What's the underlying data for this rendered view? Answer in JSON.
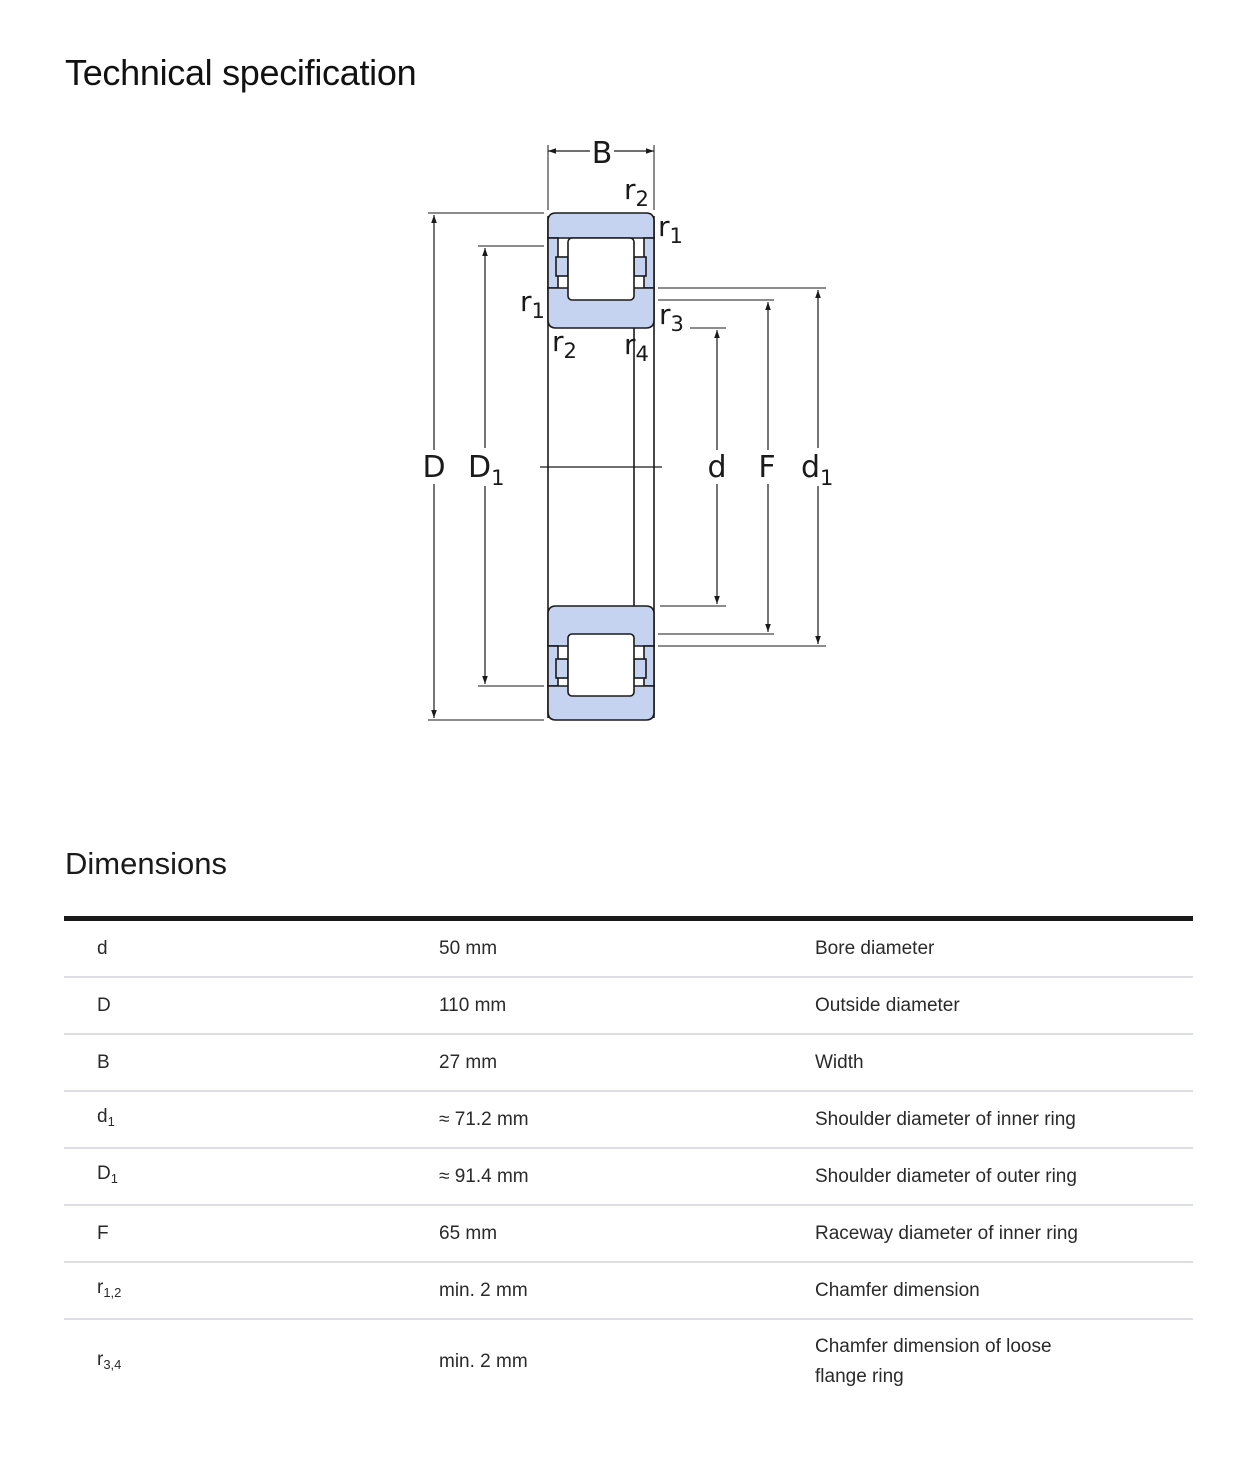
{
  "page": {
    "title": "Technical specification"
  },
  "diagram": {
    "fill_color": "#c5d2f0",
    "stroke_color": "#1a1a1a",
    "labels": {
      "B": "B",
      "D": "D",
      "D1_main": "D",
      "D1_sub": "1",
      "d": "d",
      "F": "F",
      "d1_main": "d",
      "d1_sub": "1",
      "r_top_main": "r",
      "r_top_sub": "2",
      "r_topright_main": "r",
      "r_topright_sub": "1",
      "r_left_main": "r",
      "r_left_sub": "1",
      "r_inner_main": "r",
      "r_inner_sub": "3",
      "r_bl_main": "r",
      "r_bl_sub": "2",
      "r_br_main": "r",
      "r_br_sub": "4"
    }
  },
  "dimensions": {
    "title": "Dimensions",
    "rows": [
      {
        "symbol": "d",
        "sub": "",
        "value": "50 mm",
        "description": "Bore diameter"
      },
      {
        "symbol": "D",
        "sub": "",
        "value": "110 mm",
        "description": "Outside diameter"
      },
      {
        "symbol": "B",
        "sub": "",
        "value": "27 mm",
        "description": "Width"
      },
      {
        "symbol": "d",
        "sub": "1",
        "value": "≈ 71.2 mm",
        "description": "Shoulder diameter of inner ring"
      },
      {
        "symbol": "D",
        "sub": "1",
        "value": "≈ 91.4 mm",
        "description": "Shoulder diameter of outer ring"
      },
      {
        "symbol": "F",
        "sub": "",
        "value": "65 mm",
        "description": "Raceway diameter of inner ring"
      },
      {
        "symbol": "r",
        "sub": "1,2",
        "value": "min. 2 mm",
        "description": "Chamfer dimension"
      },
      {
        "symbol": "r",
        "sub": "3,4",
        "value": "min. 2 mm",
        "description": "Chamfer dimension of loose flange ring"
      }
    ]
  }
}
